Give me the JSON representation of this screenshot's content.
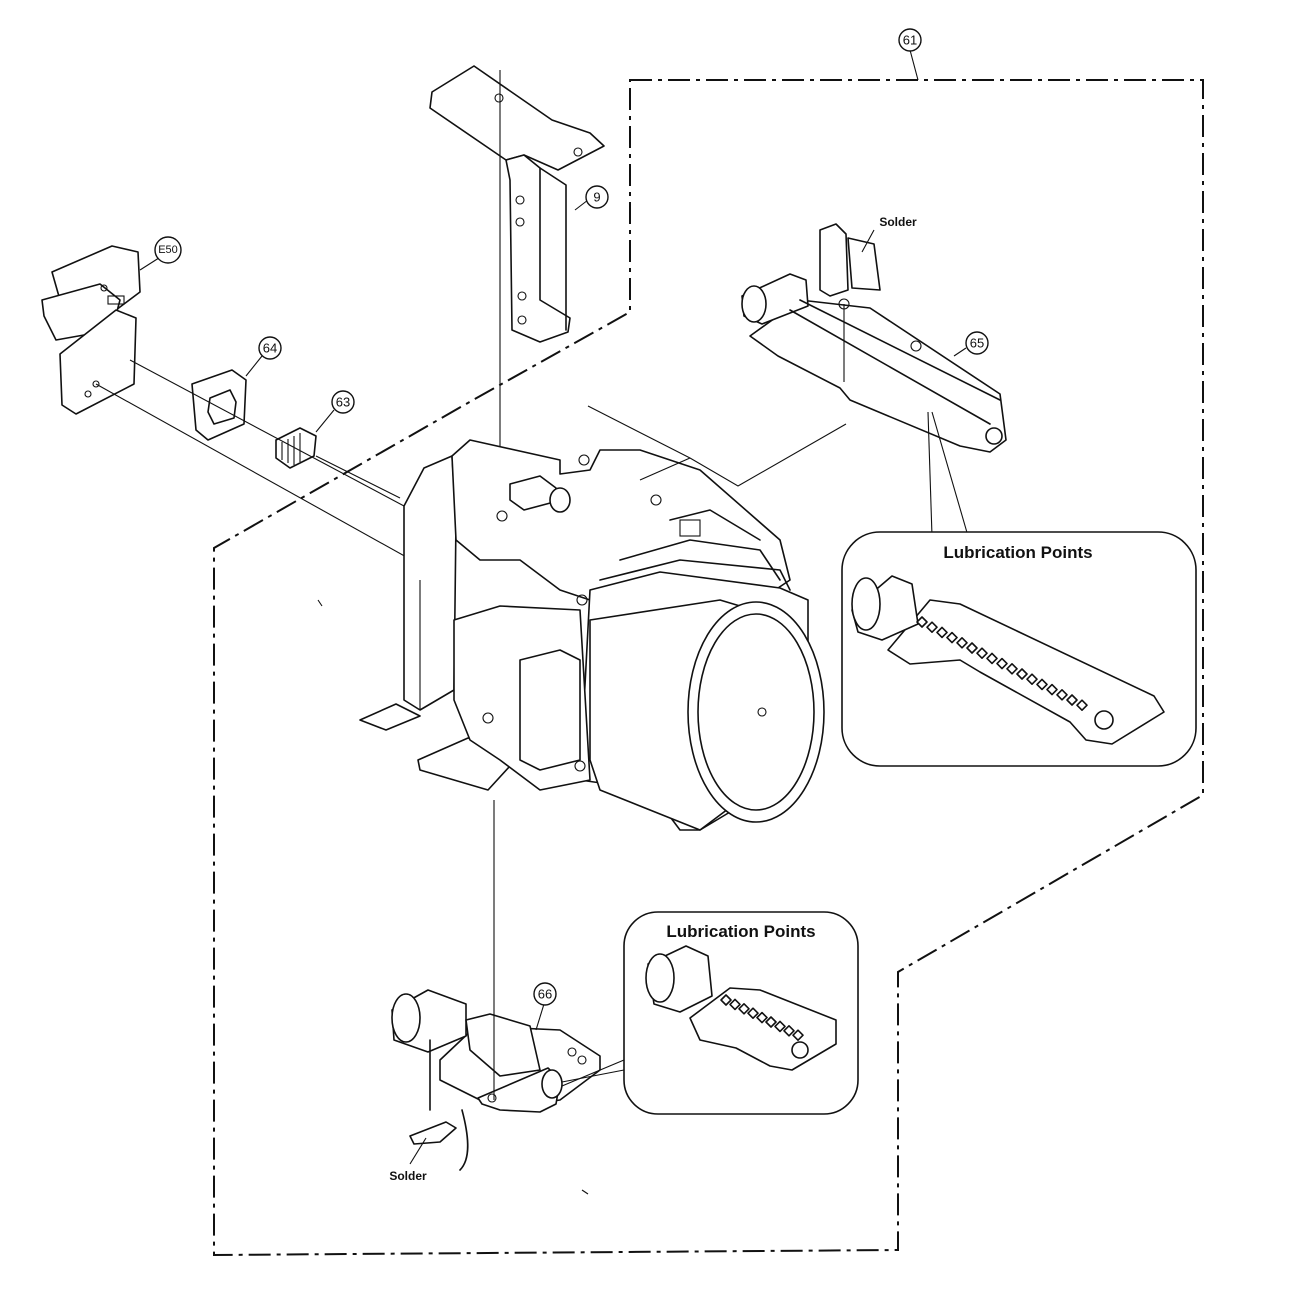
{
  "callouts": {
    "c61": "61",
    "c9": "9",
    "cE50": "E50",
    "c64": "64",
    "c63": "63",
    "c65": "65",
    "c66": "66"
  },
  "labels": {
    "solder_top": "Solder",
    "solder_bottom": "Solder",
    "lube_top": "Lubrication Points",
    "lube_bottom": "Lubrication Points"
  }
}
